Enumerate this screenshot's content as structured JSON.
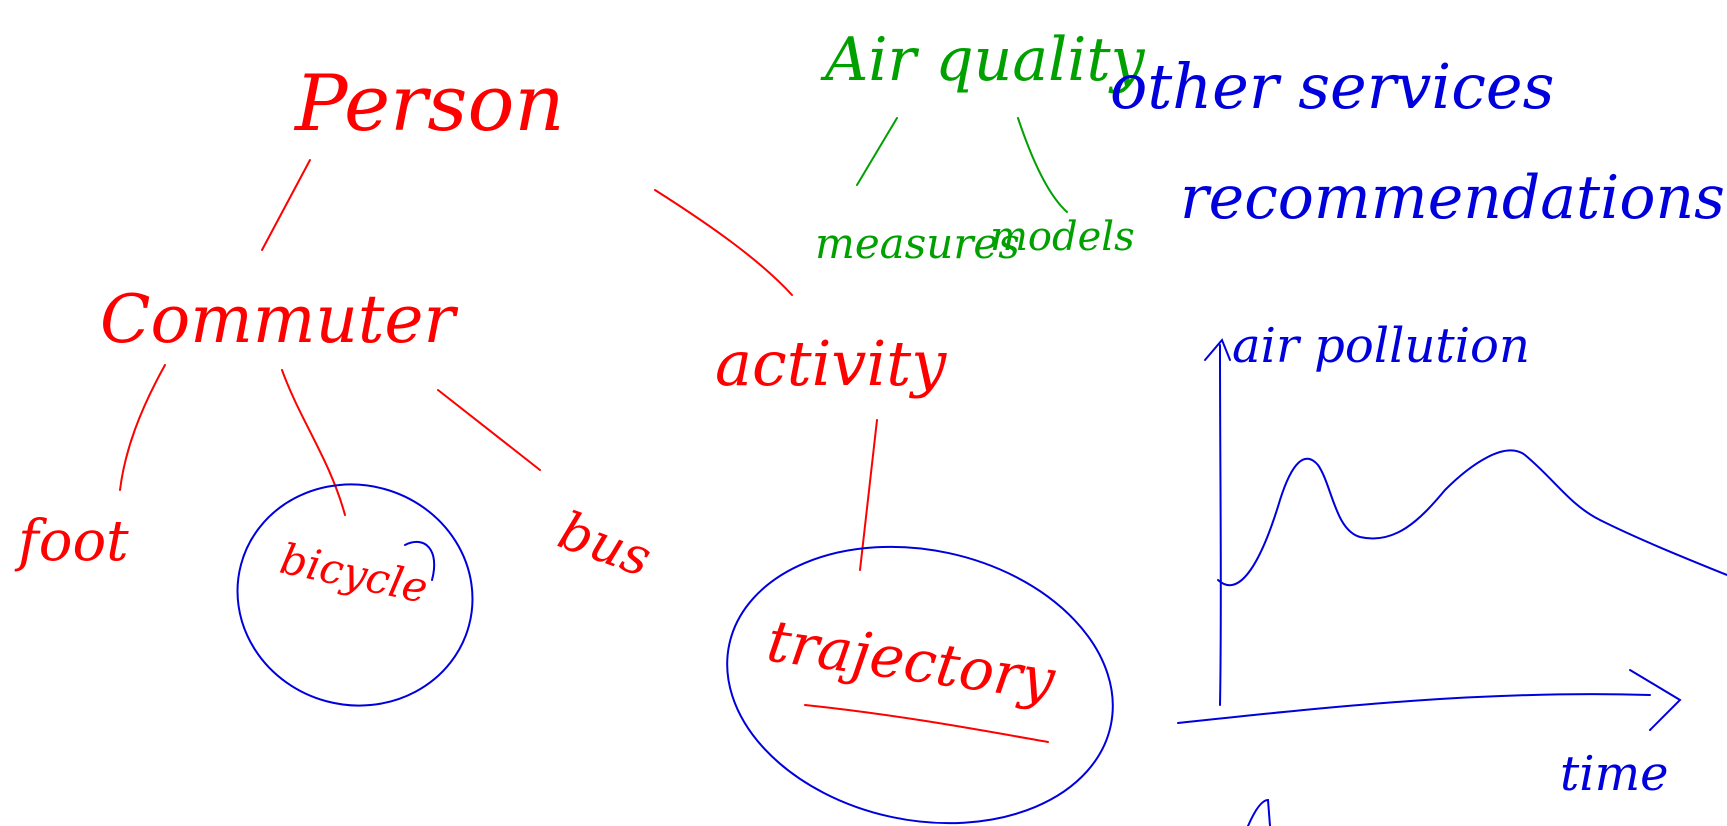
{
  "labels": {
    "person": "Person",
    "commuter": "Commuter",
    "activity": "activity",
    "foot": "foot",
    "bicycle": "bicycle",
    "bus": "bus",
    "trajectory": "trajectory",
    "air_quality": "Air quality",
    "measures": "measures",
    "models": "models",
    "other_services": "other services",
    "recommendations": "recommendations",
    "air_pollution": "air pollution",
    "time": "time"
  },
  "colors": {
    "person_tree": "#ff0000",
    "air_quality_tree": "#00a000",
    "annotations": "#0000dd"
  }
}
